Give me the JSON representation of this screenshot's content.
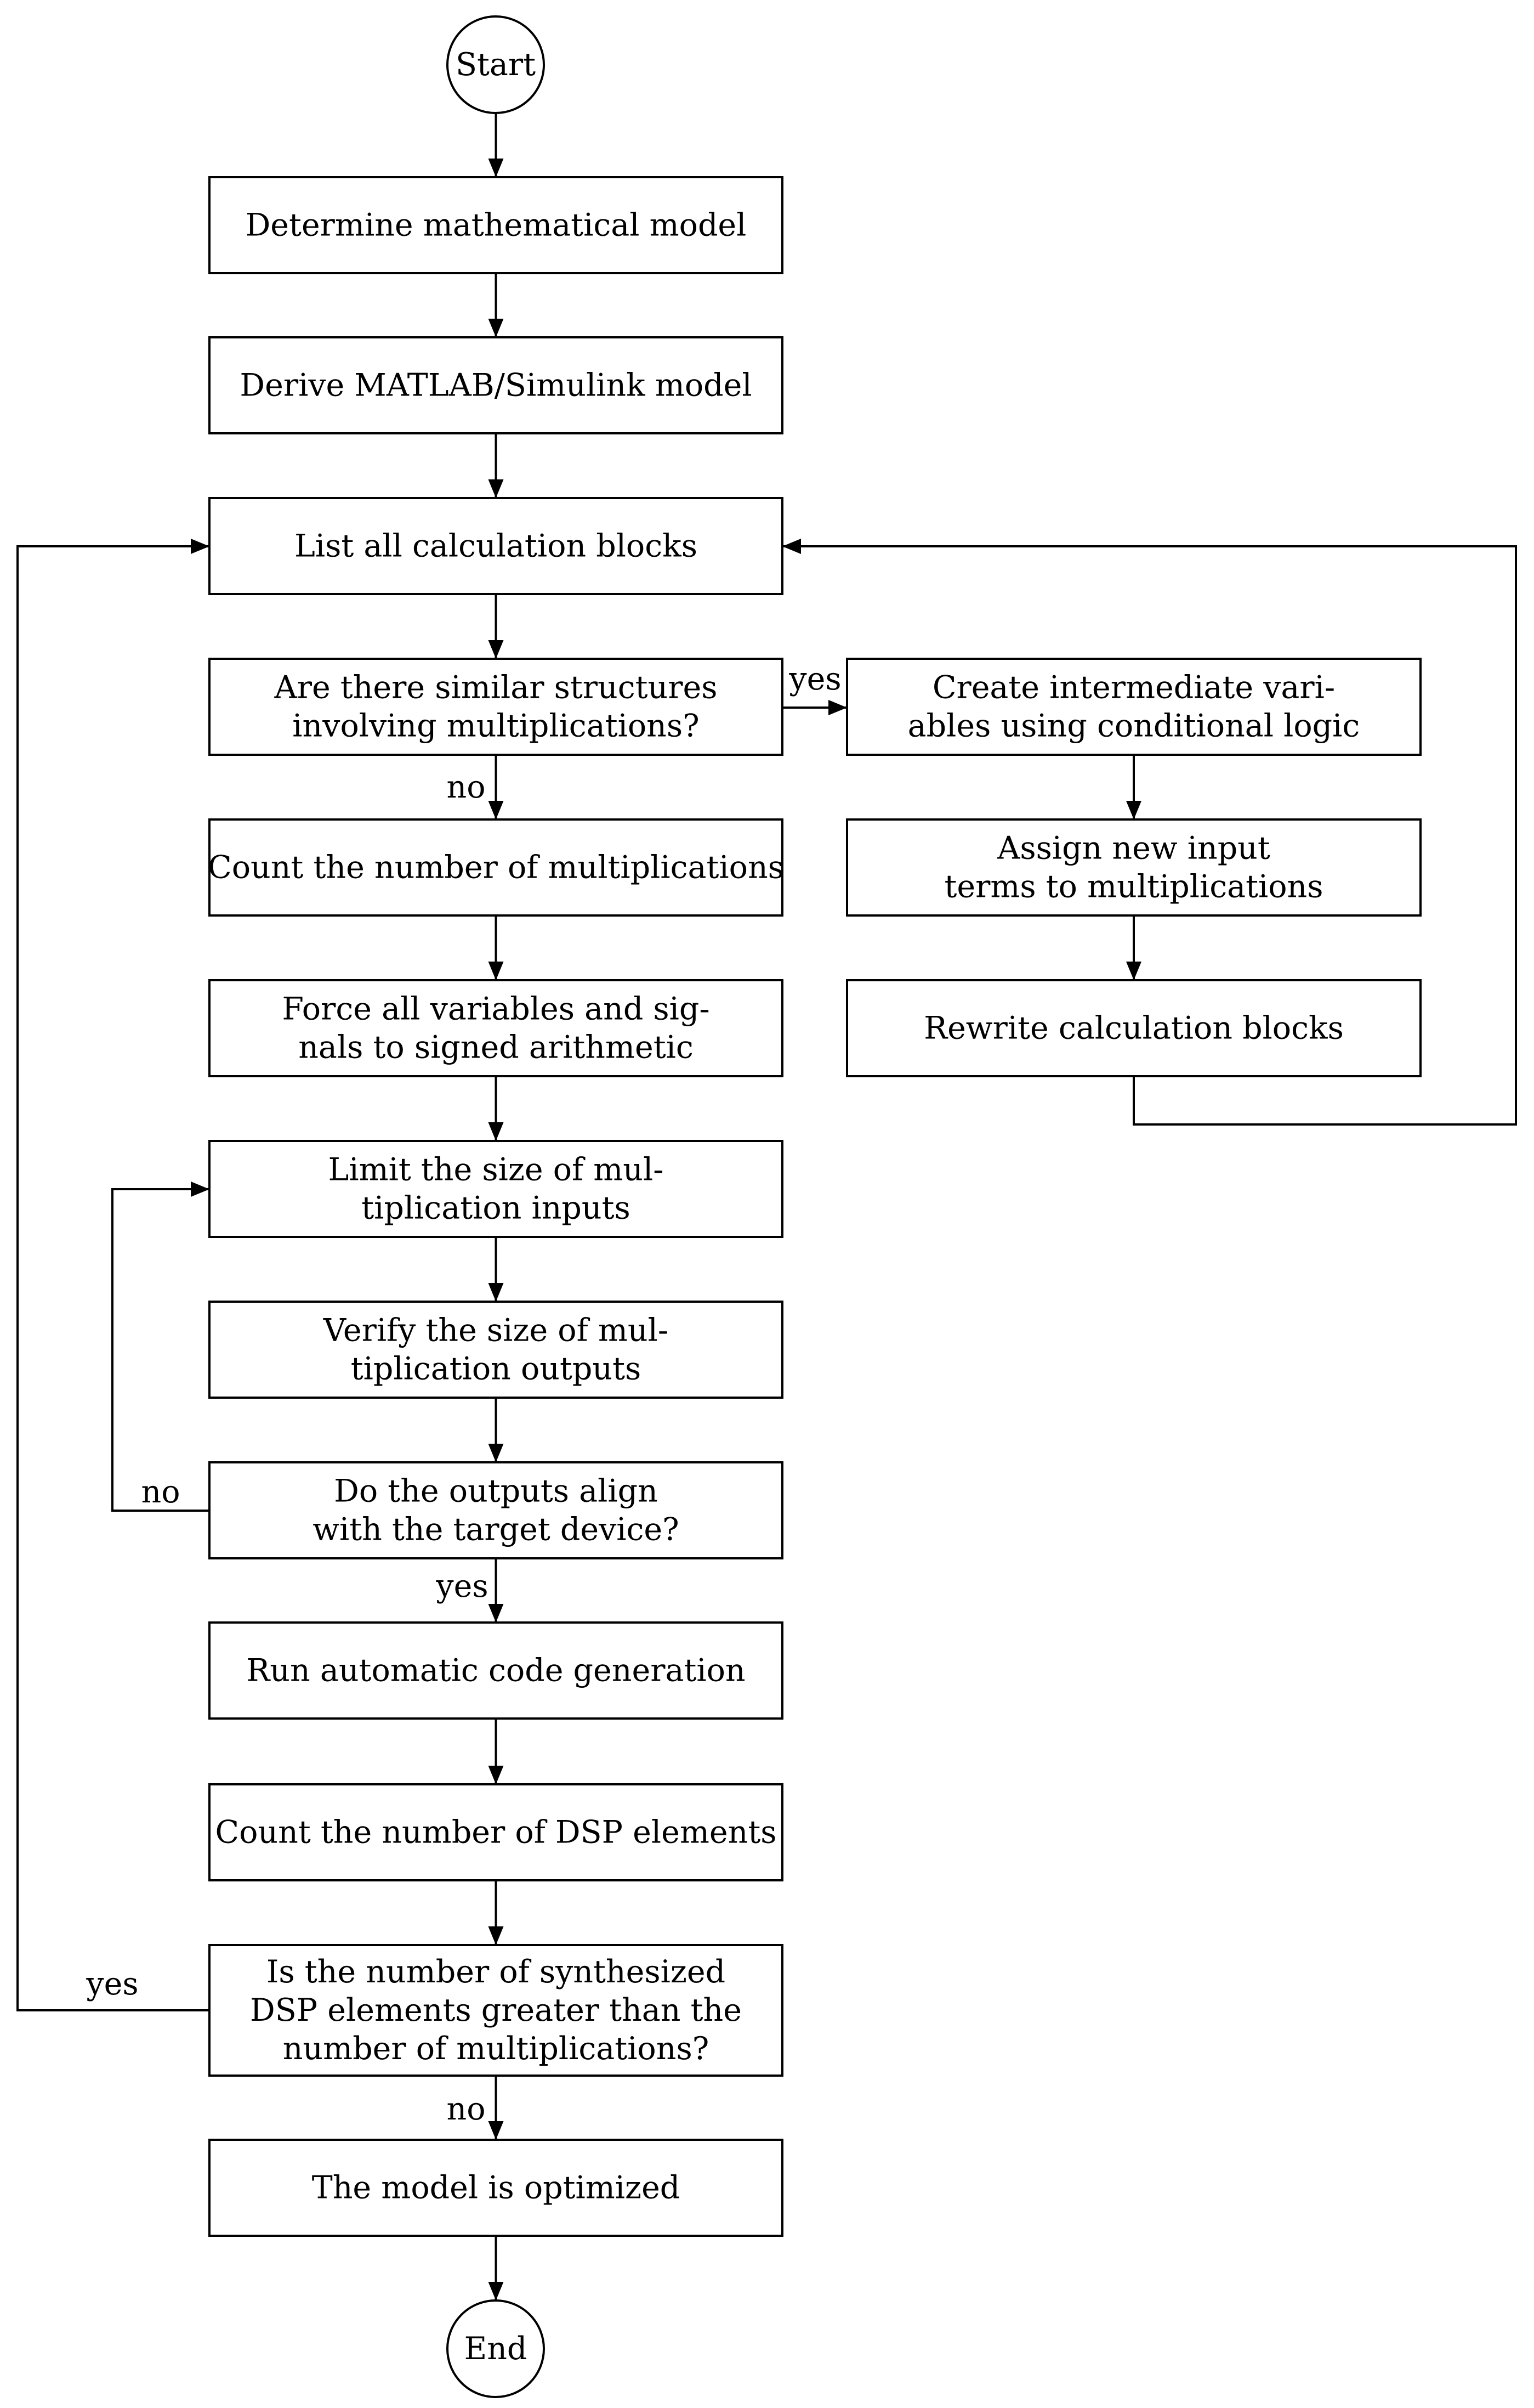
{
  "nodes": [
    {
      "id": "start",
      "shape": "circle",
      "lines": [
        "Start"
      ]
    },
    {
      "id": "determine",
      "shape": "rect",
      "lines": [
        "Determine mathematical model"
      ]
    },
    {
      "id": "derive",
      "shape": "rect",
      "lines": [
        "Derive MATLAB/Simulink model"
      ]
    },
    {
      "id": "list",
      "shape": "rect",
      "lines": [
        "List all calculation blocks"
      ]
    },
    {
      "id": "similar",
      "shape": "rect",
      "lines": [
        "Are there similar structures",
        "involving multiplications?"
      ]
    },
    {
      "id": "create",
      "shape": "rect",
      "lines": [
        "Create intermediate vari-",
        "ables using conditional logic"
      ]
    },
    {
      "id": "assign",
      "shape": "rect",
      "lines": [
        "Assign new input",
        "terms to multiplications"
      ]
    },
    {
      "id": "rewrite",
      "shape": "rect",
      "lines": [
        "Rewrite calculation blocks"
      ]
    },
    {
      "id": "count_mult",
      "shape": "rect",
      "lines": [
        "Count the number of multiplications"
      ]
    },
    {
      "id": "force",
      "shape": "rect",
      "lines": [
        "Force all variables and sig-",
        "nals to signed arithmetic"
      ]
    },
    {
      "id": "limit",
      "shape": "rect",
      "lines": [
        "Limit the size of mul-",
        "tiplication inputs"
      ]
    },
    {
      "id": "verify",
      "shape": "rect",
      "lines": [
        "Verify the size of mul-",
        "tiplication outputs"
      ]
    },
    {
      "id": "align",
      "shape": "rect",
      "lines": [
        "Do the outputs align",
        "with the target device?"
      ]
    },
    {
      "id": "run",
      "shape": "rect",
      "lines": [
        "Run automatic code generation"
      ]
    },
    {
      "id": "count_dsp",
      "shape": "rect",
      "lines": [
        "Count the number of DSP elements"
      ]
    },
    {
      "id": "synth",
      "shape": "rect",
      "lines": [
        "Is the number of synthesized",
        "DSP elements greater than the",
        "number of multiplications?"
      ]
    },
    {
      "id": "optimized",
      "shape": "rect",
      "lines": [
        "The model is optimized"
      ]
    },
    {
      "id": "end",
      "shape": "circle",
      "lines": [
        "End"
      ]
    }
  ],
  "edges": [
    {
      "from": "start",
      "to": "determine",
      "label": ""
    },
    {
      "from": "determine",
      "to": "derive",
      "label": ""
    },
    {
      "from": "derive",
      "to": "list",
      "label": ""
    },
    {
      "from": "list",
      "to": "similar",
      "label": ""
    },
    {
      "from": "similar",
      "to": "create",
      "label": "yes"
    },
    {
      "from": "similar",
      "to": "count_mult",
      "label": "no"
    },
    {
      "from": "create",
      "to": "assign",
      "label": ""
    },
    {
      "from": "assign",
      "to": "rewrite",
      "label": ""
    },
    {
      "from": "rewrite",
      "to": "list",
      "label": ""
    },
    {
      "from": "count_mult",
      "to": "force",
      "label": ""
    },
    {
      "from": "force",
      "to": "limit",
      "label": ""
    },
    {
      "from": "limit",
      "to": "verify",
      "label": ""
    },
    {
      "from": "verify",
      "to": "align",
      "label": ""
    },
    {
      "from": "align",
      "to": "limit",
      "label": "no"
    },
    {
      "from": "align",
      "to": "run",
      "label": "yes"
    },
    {
      "from": "run",
      "to": "count_dsp",
      "label": ""
    },
    {
      "from": "count_dsp",
      "to": "synth",
      "label": ""
    },
    {
      "from": "synth",
      "to": "list",
      "label": "yes"
    },
    {
      "from": "synth",
      "to": "optimized",
      "label": "no"
    },
    {
      "from": "optimized",
      "to": "end",
      "label": ""
    }
  ]
}
